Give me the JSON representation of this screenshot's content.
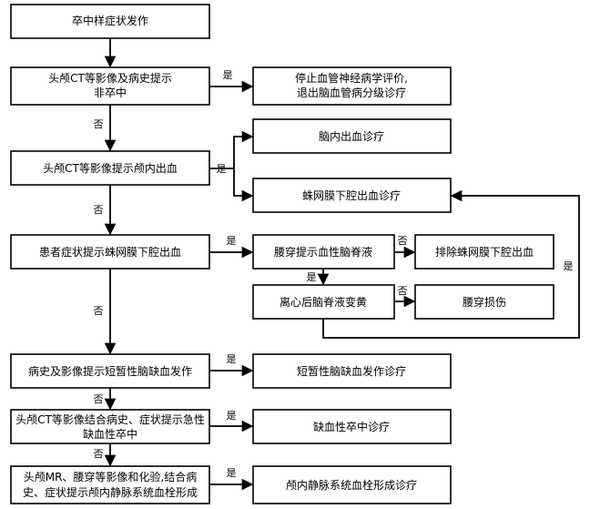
{
  "nodes": {
    "n1": "卒中样症状发作",
    "n2a": "头颅CT等影像及病史提示",
    "n2b": "非卒中",
    "n3a": "停止血管神经病学评价,",
    "n3b": "退出脑血管病分级诊疗",
    "n4": "头颅CT等影像提示颅内出血",
    "n5": "脑内出血诊疗",
    "n6": "蛛网膜下腔出血诊疗",
    "n7": "患者症状提示蛛网膜下腔出血",
    "n8": "腰穿提示血性脑脊液",
    "n9": "排除蛛网膜下腔出血",
    "n10": "离心后脑脊液变黄",
    "n11": "腰穿损伤",
    "n12": "病史及影像提示短暂性脑缺血发作",
    "n13": "短暂性脑缺血发作诊疗",
    "n14a": "头颅CT等影像结合病史、症状提示急性",
    "n14b": "缺血性卒中",
    "n15": "缺血性卒中诊疗",
    "n16a": "头颅MR、腰穿等影像和化验,结合病",
    "n16b": "史、症状提示颅内静脉系统血栓形成",
    "n17": "颅内静脉系统血栓形成诊疗"
  },
  "edge_labels": {
    "yes": "是",
    "no": "否"
  }
}
